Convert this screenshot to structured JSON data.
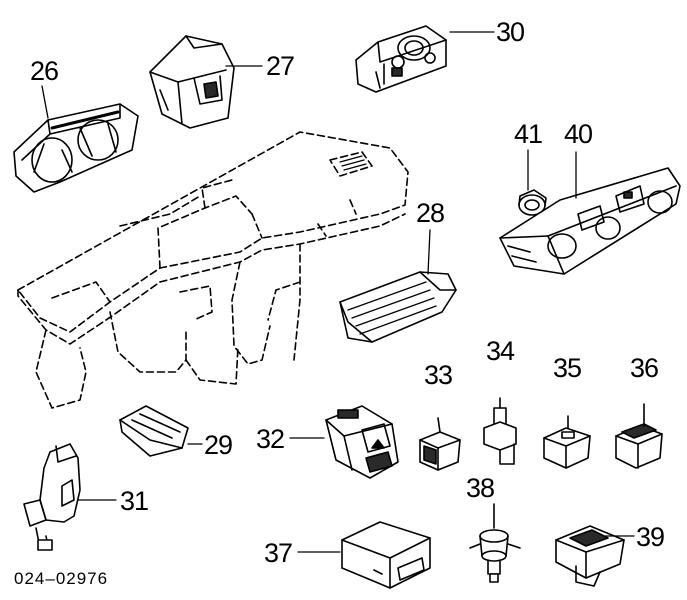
{
  "diagram": {
    "reference_code": "024–02976",
    "callouts": {
      "c26": "26",
      "c27": "27",
      "c28": "28",
      "c29": "29",
      "c30": "30",
      "c31": "31",
      "c32": "32",
      "c33": "33",
      "c34": "34",
      "c35": "35",
      "c36": "36",
      "c37": "37",
      "c38": "38",
      "c39": "39",
      "c40": "40",
      "c41": "41"
    }
  },
  "colors": {
    "line": "#000000",
    "background": "#ffffff",
    "shade": "#2a2a2a",
    "light_fill": "#ffffff"
  }
}
